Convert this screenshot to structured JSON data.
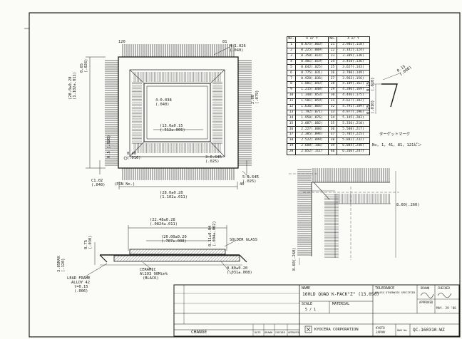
{
  "top_view": {
    "pin_120": "120",
    "pin_81": "81",
    "pin_1_mark": "(PIN No.)",
    "pin_40": "40",
    "corner_dim": "4-1.026\n(.040)",
    "pitch_dim": "0.5 (.020)",
    "cavity_dim": "4-0.038\n(.040)",
    "inner_dim": "(13.0±0.15\n(.512±.006)",
    "side_dim": "(28.0±0.28\n(1.102±.011)",
    "left_dim": "(28.0±0.28\n(1.102±.011)",
    "tab_dim": "3-0.64R\n(.025)",
    "corner_r": "5-0.64R\n(.025)",
    "lead_w": "0.40\n(.016)",
    "c_dim": "C1.02\n(.040)",
    "right_lead": "2.00\n(.079)",
    "left_lead": "0.65\n(.026)"
  },
  "side_view": {
    "dim_top": "(22.48±0.28\n(.0824±.011)",
    "dim_mid": "(20.00±0.20\n(.787±.008)",
    "solder_glass": "SOLDER GLASS",
    "ceramic": "CERAMIC",
    "ceramic_sub": "Al2O3 90Min%",
    "ceramic_color": "(BLACK)",
    "lead_frame": "LEAD FRAME",
    "lead_alloy": "ALLOY 42",
    "lead_t": "t=0.15\n(.006)",
    "height": "3.05MAX\n(.120)",
    "left_v": "0.75\n(.030)",
    "bottom_dim": "0.80±0.20\n(.031±.008)",
    "right_v": "0.11±0.04\n(.004±.002)"
  },
  "table": {
    "headers": [
      "No.",
      "X or Y",
      "No.",
      "X or Y"
    ],
    "rows": [
      [
        "1",
        "0.075(.003)",
        "21",
        "2.985(.118)"
      ],
      [
        "2",
        "0.225(.009)",
        "22",
        "3.142(.124)"
      ],
      [
        "3",
        "0.350(.014)",
        "23",
        "3.309(.130)"
      ],
      [
        "4",
        "0.481(.019)",
        "24",
        "3.458(.136)"
      ],
      [
        "5",
        "0.642(.025)",
        "25",
        "3.627(.143)"
      ],
      [
        "6",
        "0.775(.031)",
        "26",
        "3.780(.149)"
      ],
      [
        "7",
        "0.920(.036)",
        "27",
        "3.963(.156)"
      ],
      [
        "8",
        "1.081(.043)",
        "28",
        "4.109(.162)"
      ],
      [
        "9",
        "1.215(.048)",
        "29",
        "4.286(.169)"
      ],
      [
        "10",
        "1.348(.053)",
        "30",
        "4.446(.175)"
      ],
      [
        "11",
        "1.501(.059)",
        "31",
        "4.627(.182)"
      ],
      [
        "12",
        "1.636(.064)",
        "32",
        "4.791(.189)"
      ],
      [
        "13",
        "1.792(.071)",
        "33",
        "4.977(.196)"
      ],
      [
        "14",
        "1.950(.076)",
        "34",
        "5.145(.203)"
      ],
      [
        "15",
        "2.087(.082)",
        "35",
        "5.336(.210)"
      ],
      [
        "16",
        "2.227(.088)",
        "36",
        "5.508(.217)"
      ],
      [
        "17",
        "2.385(.094)",
        "37",
        "5.705(.225)"
      ],
      [
        "18",
        "2.522(.099)",
        "38",
        "5.881(.232)"
      ],
      [
        "19",
        "2.688(.106)",
        "39",
        "6.084(.240)"
      ],
      [
        "20",
        "2.852(.111)",
        "40",
        "6.266(.247)"
      ]
    ]
  },
  "target": {
    "label": "ターゲットマーク",
    "pins": "No, 1, 41, 81, 121ピン",
    "d1": "0.15\n(.006)",
    "d2": "0.25\n(.010)",
    "d3": "0.25\n(.010)"
  },
  "detail": {
    "d_right": "8.60(.260)",
    "d_left": "8.60(.260)"
  },
  "title_block": {
    "name_label": "NAME",
    "name": "160LD QUAD K-PACK\"Z\" (13.050)",
    "scale_label": "SCALE",
    "material_label": "MATERIAL",
    "scale": "5 / 1",
    "tolerance": "TOLERANCE",
    "tol_sub": "UNLESS OTHERWISE SPECIFIED",
    "drawn": "DRAWN",
    "checked": "CHECKED",
    "approved": "APPROVED",
    "date": "MAY. 29 '86",
    "change": "CHANGE",
    "date_label": "DATE",
    "drawn_label": "DRAWN",
    "checked_label": "CHECKED",
    "approved_label": "APPROVED",
    "company": "KYOCERA CORPORATION",
    "kyoto": "KYOTO",
    "japan": "JAPAN",
    "dwg_label": "DWG No",
    "dwg_no": "QC-160310-WZ"
  }
}
